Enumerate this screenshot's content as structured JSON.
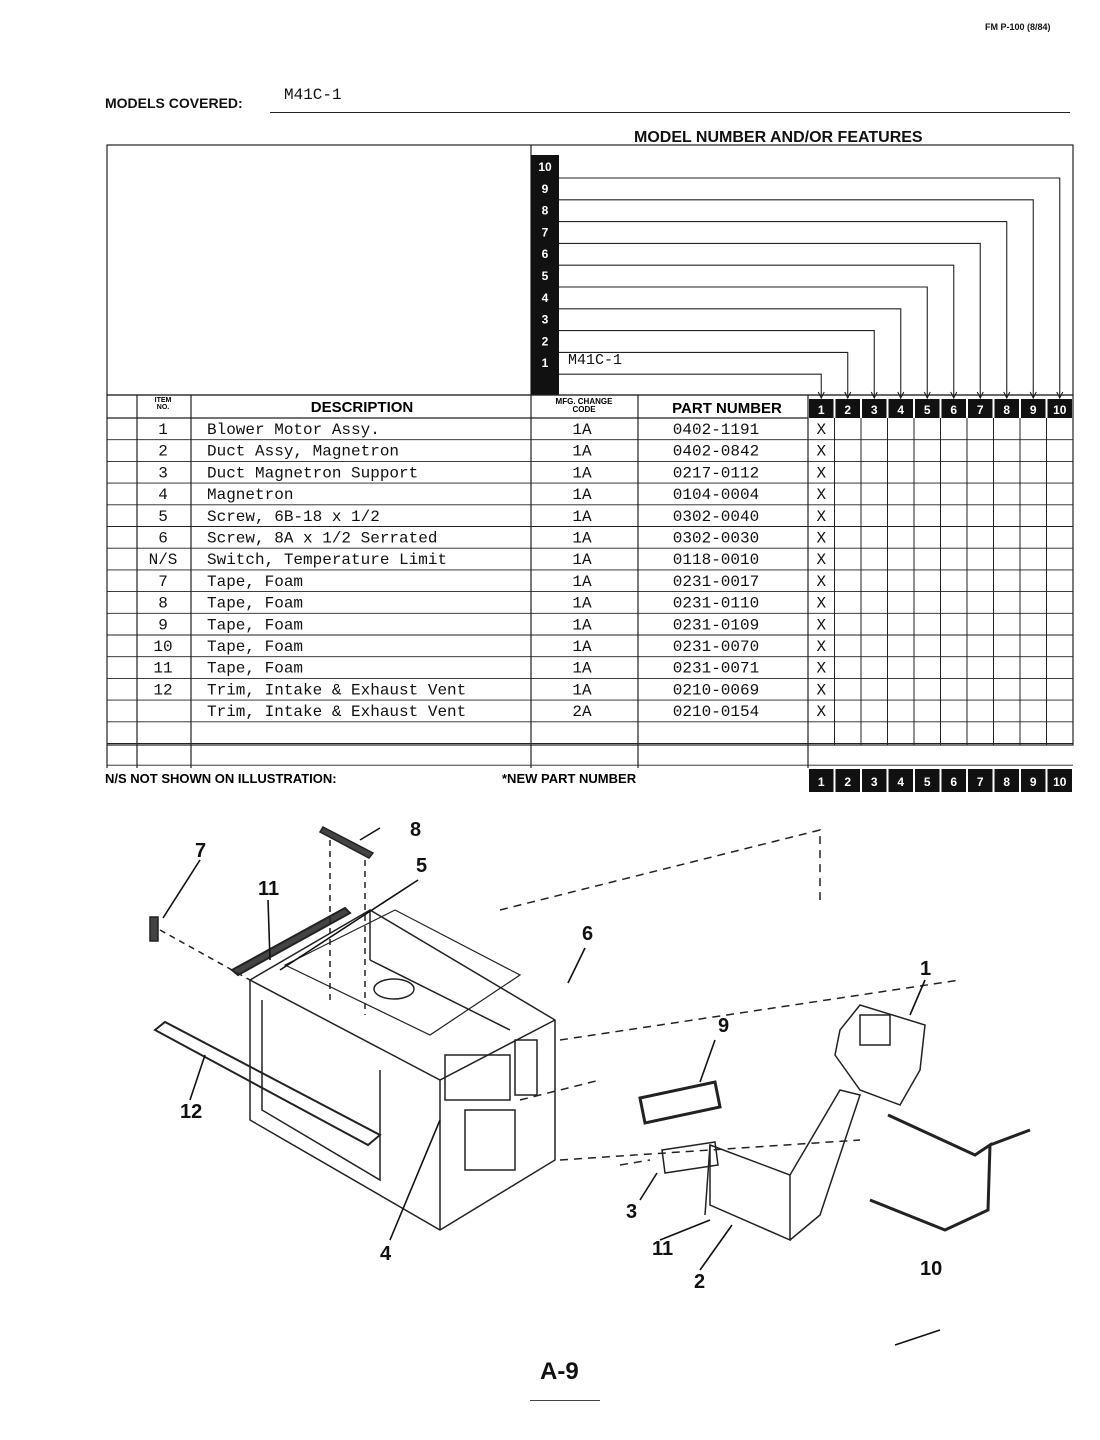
{
  "header": {
    "form_id": "FM P-100 (8/84)",
    "models_covered_label": "MODELS COVERED:",
    "models_covered_value": "M41C-1",
    "features_title": "MODEL NUMBER AND/OR FEATURES"
  },
  "model_columns": {
    "numbers": [
      "10",
      "9",
      "8",
      "7",
      "6",
      "5",
      "4",
      "3",
      "2",
      "1"
    ],
    "model_1_name": "M41C-1",
    "footer_numbers": [
      "1",
      "2",
      "3",
      "4",
      "5",
      "6",
      "7",
      "8",
      "9",
      "10"
    ]
  },
  "table": {
    "headers": {
      "item_no": "ITEM NO.",
      "description": "DESCRIPTION",
      "mfg_change_code": "MFG. CHANGE CODE",
      "part_number": "PART NUMBER"
    },
    "rows": [
      {
        "item": "1",
        "description": "Blower Motor Assy.",
        "code": "1A",
        "part": "0402-1191",
        "mark": "X"
      },
      {
        "item": "2",
        "description": "Duct Assy, Magnetron",
        "code": "1A",
        "part": "0402-0842",
        "mark": "X"
      },
      {
        "item": "3",
        "description": "Duct Magnetron Support",
        "code": "1A",
        "part": "0217-0112",
        "mark": "X"
      },
      {
        "item": "4",
        "description": "Magnetron",
        "code": "1A",
        "part": "0104-0004",
        "mark": "X"
      },
      {
        "item": "5",
        "description": "Screw, 6B-18 x 1/2",
        "code": "1A",
        "part": "0302-0040",
        "mark": "X"
      },
      {
        "item": "6",
        "description": "Screw, 8A x 1/2 Serrated",
        "code": "1A",
        "part": "0302-0030",
        "mark": "X"
      },
      {
        "item": "N/S",
        "description": "Switch, Temperature Limit",
        "code": "1A",
        "part": "0118-0010",
        "mark": "X"
      },
      {
        "item": "7",
        "description": "Tape, Foam",
        "code": "1A",
        "part": "0231-0017",
        "mark": "X"
      },
      {
        "item": "8",
        "description": "Tape, Foam",
        "code": "1A",
        "part": "0231-0110",
        "mark": "X"
      },
      {
        "item": "9",
        "description": "Tape, Foam",
        "code": "1A",
        "part": "0231-0109",
        "mark": "X"
      },
      {
        "item": "10",
        "description": "Tape, Foam",
        "code": "1A",
        "part": "0231-0070",
        "mark": "X"
      },
      {
        "item": "11",
        "description": "Tape, Foam",
        "code": "1A",
        "part": "0231-0071",
        "mark": "X"
      },
      {
        "item": "12",
        "description": "Trim, Intake & Exhaust Vent",
        "code": "1A",
        "part": "0210-0069",
        "mark": "X"
      },
      {
        "item": "",
        "description": "Trim, Intake & Exhaust Vent",
        "code": "2A",
        "part": "0210-0154",
        "mark": "X"
      },
      {
        "item": "",
        "description": "",
        "code": "",
        "part": "",
        "mark": ""
      },
      {
        "item": "",
        "description": "",
        "code": "",
        "part": "",
        "mark": ""
      }
    ],
    "footer_left": "N/S NOT SHOWN ON ILLUSTRATION:",
    "footer_mid": "*NEW PART NUMBER"
  },
  "illustration": {
    "callouts": [
      "1",
      "2",
      "3",
      "4",
      "5",
      "6",
      "7",
      "8",
      "9",
      "10",
      "11",
      "11",
      "12"
    ]
  },
  "page": {
    "number": "A-9"
  }
}
